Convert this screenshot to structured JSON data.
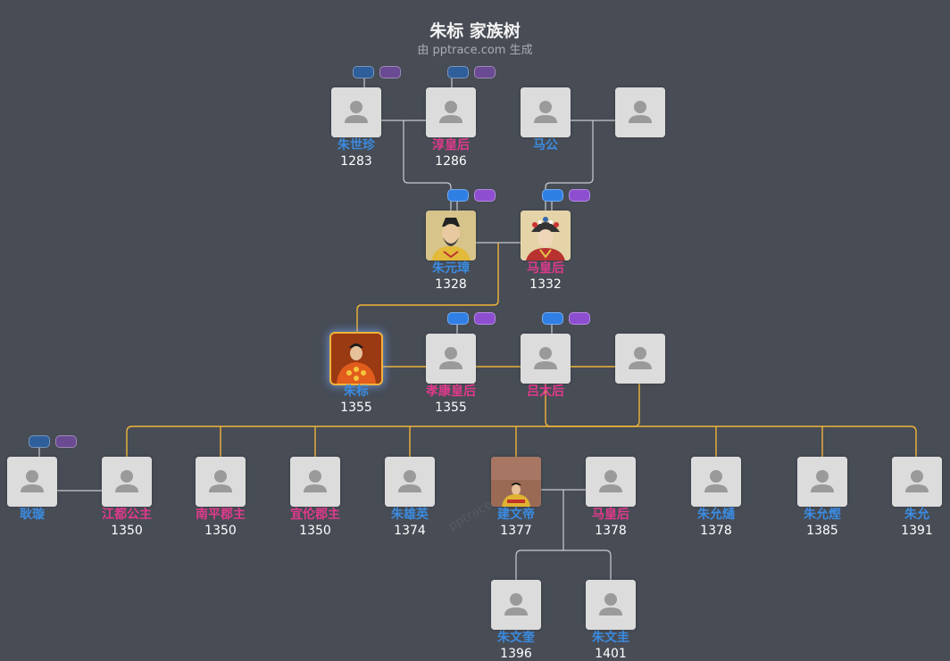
{
  "header": {
    "title": "朱标 家族树",
    "subtitle": "由 pptrace.com 生成"
  },
  "watermark": "pptrace",
  "colors": {
    "background": "#474c55",
    "male": "#3b8be0",
    "female": "#e03a8c",
    "link_main": "#f0b43a",
    "link_other": "#c9ccd1"
  },
  "people": [
    {
      "id": "zhu-shizhen",
      "name": "朱世珍",
      "year": "1283",
      "gender": "m",
      "photo": "placeholder"
    },
    {
      "id": "chun-huanghou",
      "name": "淳皇后",
      "year": "1286",
      "gender": "f",
      "photo": "placeholder"
    },
    {
      "id": "ma-gong",
      "name": "马公",
      "year": "",
      "gender": "m",
      "photo": "placeholder"
    },
    {
      "id": "ma-gong-spouse",
      "name": "",
      "year": "",
      "gender": "f",
      "photo": "placeholder"
    },
    {
      "id": "zhu-yuanzhang",
      "name": "朱元璋",
      "year": "1328",
      "gender": "m",
      "photo": "portrait-emperor"
    },
    {
      "id": "ma-huanghou",
      "name": "马皇后",
      "year": "1332",
      "gender": "f",
      "photo": "portrait-empress"
    },
    {
      "id": "zhu-biao",
      "name": "朱标",
      "year": "1355",
      "gender": "m",
      "photo": "portrait-prince",
      "selected": true
    },
    {
      "id": "xiaokang-huanghou",
      "name": "孝康皇后",
      "year": "1355",
      "gender": "f",
      "photo": "placeholder"
    },
    {
      "id": "lv-taihou",
      "name": "吕太后",
      "year": "",
      "gender": "f",
      "photo": "placeholder"
    },
    {
      "id": "zhu-biao-spouse3",
      "name": "",
      "year": "",
      "gender": "f",
      "photo": "placeholder"
    },
    {
      "id": "geng-xuan",
      "name": "耿璇",
      "year": "",
      "gender": "m",
      "photo": "placeholder"
    },
    {
      "id": "jiangdu-gongzhu",
      "name": "江都公主",
      "year": "1350",
      "gender": "f",
      "photo": "placeholder"
    },
    {
      "id": "nanping-junzhu",
      "name": "南平郡主",
      "year": "1350",
      "gender": "f",
      "photo": "placeholder"
    },
    {
      "id": "yilun-junzhu",
      "name": "宜伦郡主",
      "year": "1350",
      "gender": "f",
      "photo": "placeholder"
    },
    {
      "id": "zhu-xiongying",
      "name": "朱雄英",
      "year": "1374",
      "gender": "m",
      "photo": "placeholder"
    },
    {
      "id": "jianwendi",
      "name": "建文帝",
      "year": "1377",
      "gender": "m",
      "photo": "portrait-jianwen"
    },
    {
      "id": "ma-huanghou-2",
      "name": "马皇后",
      "year": "1378",
      "gender": "f",
      "photo": "placeholder"
    },
    {
      "id": "zhu-yunying",
      "name": "朱允熥",
      "year": "1378",
      "gender": "m",
      "photo": "placeholder"
    },
    {
      "id": "zhu-yunjian",
      "name": "朱允熞",
      "year": "1385",
      "gender": "m",
      "photo": "placeholder"
    },
    {
      "id": "zhu-yunxi",
      "name": "朱允𤐤",
      "year": "1391",
      "gender": "m",
      "photo": "placeholder"
    },
    {
      "id": "zhu-wenkui",
      "name": "朱文奎",
      "year": "1396",
      "gender": "m",
      "photo": "placeholder"
    },
    {
      "id": "zhu-wengui",
      "name": "朱文圭",
      "year": "1401",
      "gender": "m",
      "photo": "placeholder"
    }
  ],
  "expand_buttons": [
    {
      "id": "zhu-shizhen",
      "state": "collapsed"
    },
    {
      "id": "chun-huanghou",
      "state": "collapsed"
    },
    {
      "id": "zhu-yuanzhang",
      "state": "expanded"
    },
    {
      "id": "ma-huanghou",
      "state": "expanded"
    },
    {
      "id": "xiaokang-huanghou",
      "state": "expanded"
    },
    {
      "id": "lv-taihou",
      "state": "expanded"
    },
    {
      "id": "geng-xuan",
      "state": "collapsed"
    }
  ]
}
